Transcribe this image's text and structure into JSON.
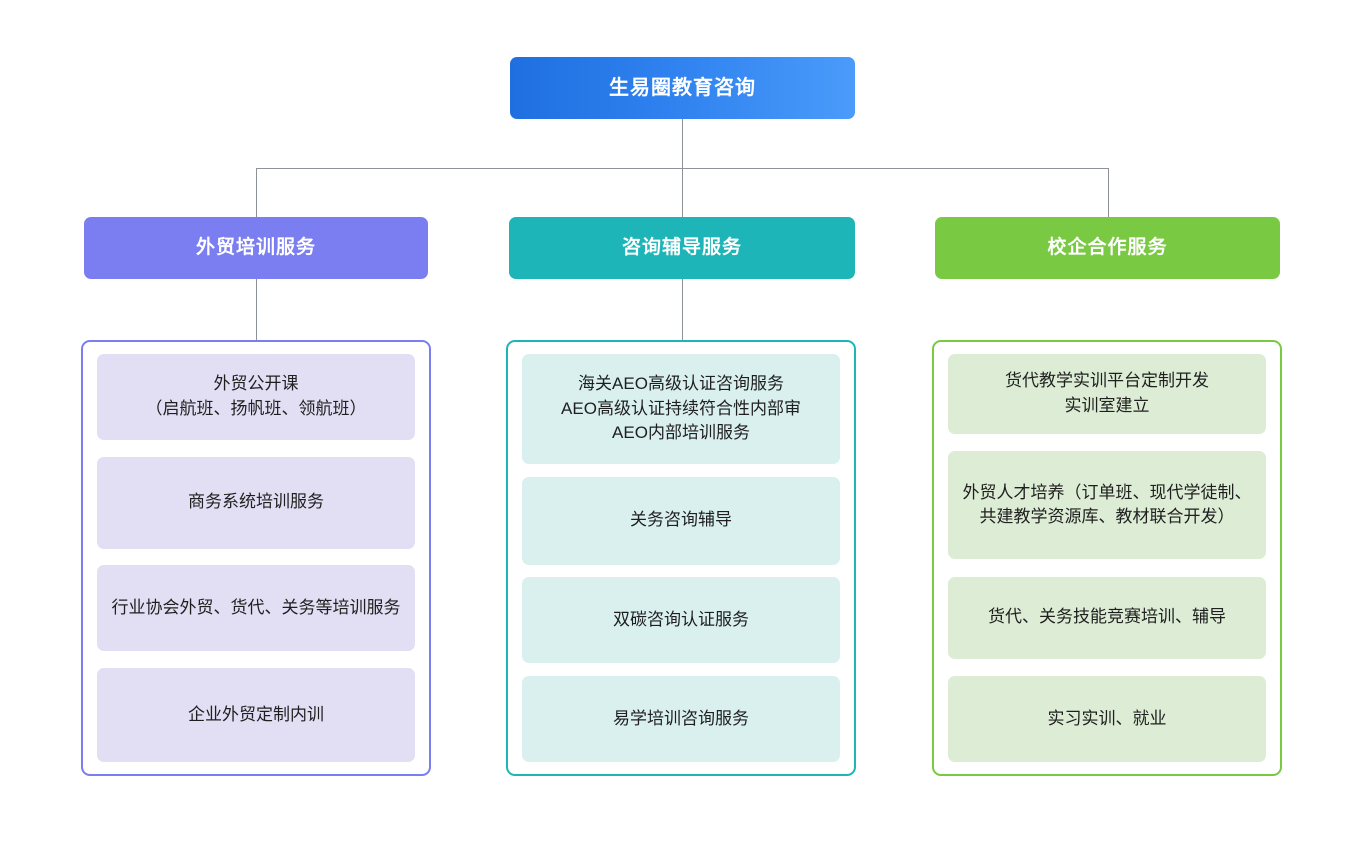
{
  "diagram": {
    "type": "organization-tree",
    "root": {
      "label": "生易圈教育咨询",
      "color": "#2e81ef",
      "gradient_from": "#1f6fe0",
      "gradient_to": "#4a9bfa"
    },
    "columns": [
      {
        "header": "外贸培训服务",
        "header_color": "#7b7ef0",
        "panel_border_color": "#7b7ef0",
        "item_fill": "#e2dff4",
        "has_connector": true,
        "items": [
          "外贸公开课\n（启航班、扬帆班、领航班）",
          "商务系统培训服务",
          "行业协会外贸、货代、关务等培训服务",
          "企业外贸定制内训"
        ]
      },
      {
        "header": "咨询辅导服务",
        "header_color": "#1eb5b8",
        "panel_border_color": "#1eb5b8",
        "item_fill": "#d9f0ef",
        "has_connector": true,
        "items": [
          "海关AEO高级认证咨询服务\nAEO高级认证持续符合性内部审\nAEO内部培训服务",
          "关务咨询辅导",
          "双碳咨询认证服务",
          "易学培训咨询服务"
        ]
      },
      {
        "header": "校企合作服务",
        "header_color": "#7ac943",
        "panel_border_color": "#7ac943",
        "item_fill": "#dcecd5",
        "has_connector": false,
        "items": [
          "货代教学实训平台定制开发\n实训室建立",
          "外贸人才培养（订单班、现代学徒制、共建教学资源库、教材联合开发）",
          "货代、关务技能竞赛培训、辅导",
          "实习实训、就业"
        ]
      }
    ],
    "connector_color": "#8d9299"
  }
}
